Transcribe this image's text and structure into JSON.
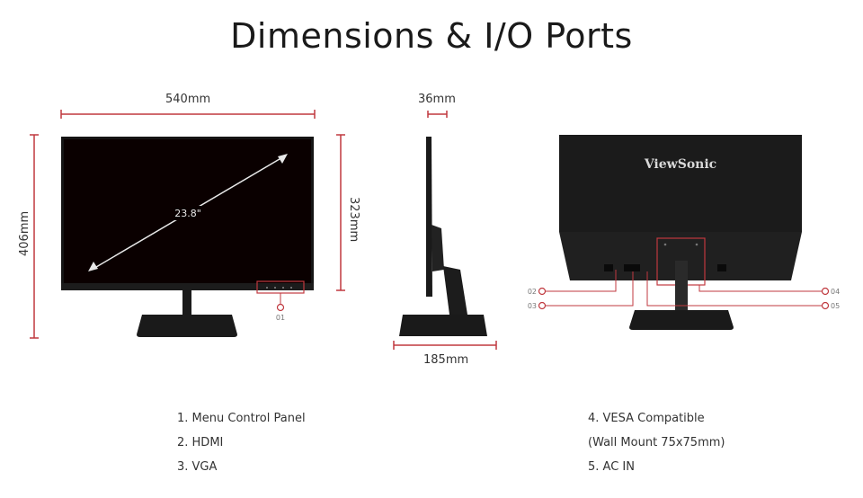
{
  "title": "Dimensions & I/O Ports",
  "dimensions": {
    "width": "540mm",
    "depth": "36mm",
    "height_total": "406mm",
    "height_panel": "323mm",
    "base_depth": "185mm",
    "diagonal": "23.8\""
  },
  "brand": "ViewSonic",
  "ports": [
    {
      "num": "01",
      "name": "Menu Control Panel"
    },
    {
      "num": "02",
      "name": "HDMI"
    },
    {
      "num": "03",
      "name": "VGA"
    },
    {
      "num": "04",
      "name": "VESA Compatible",
      "note": "(Wall Mount 75x75mm)"
    },
    {
      "num": "05",
      "name": "AC IN"
    }
  ],
  "legend_left": [
    "1. Menu Control Panel",
    "2. HDMI",
    "3. VGA"
  ],
  "legend_right": [
    "4. VESA Compatible",
    "(Wall Mount 75x75mm)",
    "5. AC IN"
  ],
  "colors": {
    "dimension_line": "#c0393f",
    "monitor": "#111111",
    "screen": "#0a0000"
  }
}
